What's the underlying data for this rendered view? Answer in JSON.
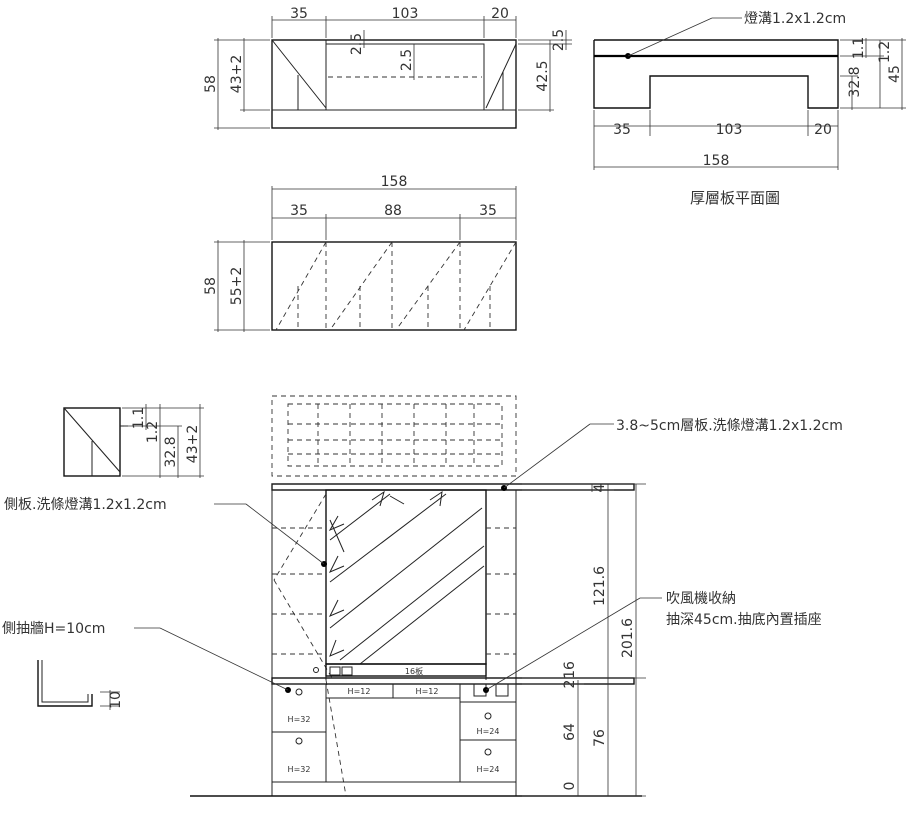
{
  "dims": {
    "v1_35": "35",
    "v1_103": "103",
    "v1_20": "20",
    "v1_2_5a": "2.5",
    "v1_2_5b": "2.5",
    "v1_2_5c": "2.5",
    "v1_58": "58",
    "v1_43_2": "43+2",
    "v1_42_5": "42.5",
    "v2_35": "35",
    "v2_103": "103",
    "v2_20": "20",
    "v2_158": "158",
    "v2_1_1": "1.1",
    "v2_1_2": "1.2",
    "v2_32_8": "32.8",
    "v2_45": "45",
    "v3_158": "158",
    "v3_35a": "35",
    "v3_88": "88",
    "v3_35b": "35",
    "v3_58": "58",
    "v3_55_2": "55+2",
    "s_1_1": "1.1",
    "s_1_2": "1.2",
    "s_32_8": "32.8",
    "s_43_2": "43+2",
    "e_4": "4",
    "e_121_6": "121.6",
    "e_201_6": "201.6",
    "e_16": "16",
    "e_2": "2",
    "e_64": "64",
    "e_76": "76",
    "e_0": "0",
    "d_10": "10"
  },
  "labels": {
    "groove_label": "燈溝1.2x1.2cm",
    "plan_title": "厚層板平面圖",
    "shelf_note": "3.8~5cm層板.洗條燈溝1.2x1.2cm",
    "side_panel_note": "側板.洗條燈溝1.2x1.2cm",
    "side_drawer_note": "側抽牆H=10cm",
    "dryer_note_1": "吹風機收納",
    "dryer_note_2": "抽深45cm.抽底內置插座",
    "h12a": "H=12",
    "h12b": "H=12",
    "h32a": "H=32",
    "h32b": "H=32",
    "h24a": "H=24",
    "h24b": "H=24",
    "panel_tag": "16板"
  }
}
